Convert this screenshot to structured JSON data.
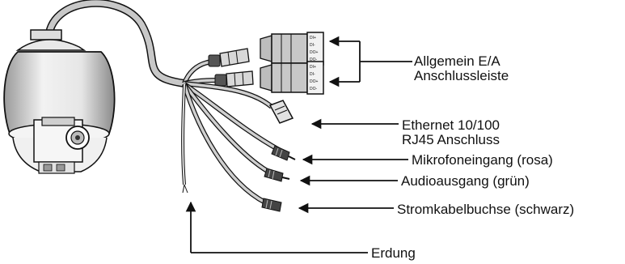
{
  "labels": {
    "io_terminal_line1": "Allgemein E/A",
    "io_terminal_line2": "Anschlussleiste",
    "ethernet_line1": "Ethernet 10/100",
    "ethernet_line2": "RJ45 Anschluss",
    "mic_in": "Mikrofoneingang (rosa)",
    "audio_out": "Audioausgang (grün)",
    "power": "Stromkabelbuchse (schwarz)",
    "ground": "Erdung"
  },
  "terminal_pins": {
    "block_top": [
      "DI+",
      "DI-",
      "DO+",
      "DO-"
    ],
    "block_bottom": [
      "DI+",
      "DI-",
      "DO+",
      "DO-"
    ]
  },
  "colors": {
    "line": "#111111",
    "cable_fill": "#c8c8c8",
    "camera_fill": "#eeeeee",
    "background": "#ffffff"
  },
  "icons": {
    "camera": "dome-camera-icon",
    "arrow": "arrow-left-icon"
  }
}
